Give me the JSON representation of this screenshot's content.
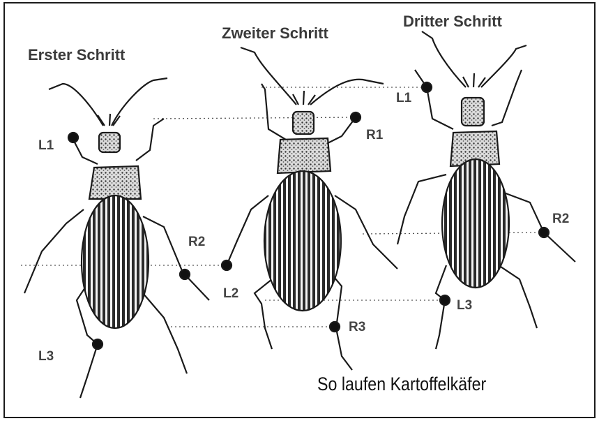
{
  "steps": [
    {
      "title": "Erster Schritt"
    },
    {
      "title": "Zweiter Schritt"
    },
    {
      "title": "Dritter Schritt"
    }
  ],
  "labels": {
    "beetle1": {
      "L1": "L1",
      "R2": "R2",
      "L3": "L3"
    },
    "beetle2": {
      "R1": "R1",
      "L2": "L2",
      "R3": "R3"
    },
    "beetle3": {
      "L1": "L1",
      "R2": "R2",
      "L3": "L3"
    }
  },
  "caption": "So laufen Kartoffelkäfer",
  "colors": {
    "ink": "#1a1a1a",
    "label": "#444444",
    "shell": "#2b2b2b",
    "dots": "#111111"
  }
}
